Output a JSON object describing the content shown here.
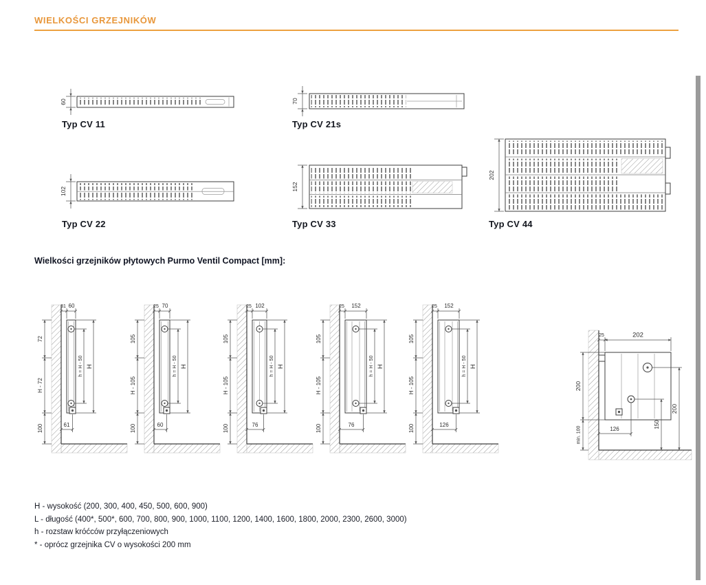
{
  "header": {
    "title": "WIELKOŚCI GRZEJNIKÓW",
    "accent_color": "#E8973B"
  },
  "top_views": {
    "cv11": {
      "label": "Typ CV 11",
      "depth": "60"
    },
    "cv21s": {
      "label": "Typ CV 21s",
      "depth": "70"
    },
    "cv22": {
      "label": "Typ CV 22",
      "depth": "102"
    },
    "cv33": {
      "label": "Typ CV 33",
      "depth": "152"
    },
    "cv44": {
      "label": "Typ CV 44",
      "depth": "202"
    }
  },
  "section": {
    "title": "Wielkości grzejników płytowych Purmo Ventil Compact [mm]:"
  },
  "side_views": {
    "d1": {
      "wall_gap": "31",
      "depth": "60",
      "top_offset": "72",
      "mid": "H - 72",
      "pipe_spacing": "h = H - 50",
      "height": "H",
      "floor_clearance": "100",
      "valve_offset": "61"
    },
    "d2": {
      "wall_gap": "25",
      "depth": "70",
      "top_offset": "105",
      "mid": "H - 105",
      "pipe_spacing": "h = H - 50",
      "height": "H",
      "floor_clearance": "100",
      "valve_offset": "60"
    },
    "d3": {
      "wall_gap": "25",
      "depth": "102",
      "top_offset": "105",
      "mid": "H - 105",
      "pipe_spacing": "h = H - 50",
      "height": "H",
      "floor_clearance": "100",
      "valve_offset": "76"
    },
    "d4": {
      "wall_gap": "25",
      "depth": "152",
      "top_offset": "105",
      "mid": "H - 105",
      "pipe_spacing": "h = H - 50",
      "height": "H",
      "floor_clearance": "100",
      "valve_offset": "76"
    },
    "d5": {
      "wall_gap": "25",
      "depth": "152",
      "top_offset": "105",
      "mid": "H - 105",
      "pipe_spacing": "h = H - 50",
      "height": "H",
      "floor_clearance": "100",
      "valve_offset": "126"
    }
  },
  "corner_view": {
    "wall_gap": "25",
    "depth": "202",
    "height": "200",
    "min_clearance": "min. 100",
    "conn_height_1": "150",
    "conn_height_2": "200",
    "valve_offset": "126"
  },
  "legend": {
    "line1": "H - wysokość (200, 300, 400, 450, 500, 600, 900)",
    "line2": "L - długość (400*, 500*, 600, 700, 800, 900, 1000, 1100, 1200, 1400, 1600, 1800, 2000, 2300, 2600, 3000)",
    "line3": "h - rozstaw króćców przyłączeniowych",
    "line4": "* - oprócz grzejnika CV o wysokości 200 mm"
  }
}
